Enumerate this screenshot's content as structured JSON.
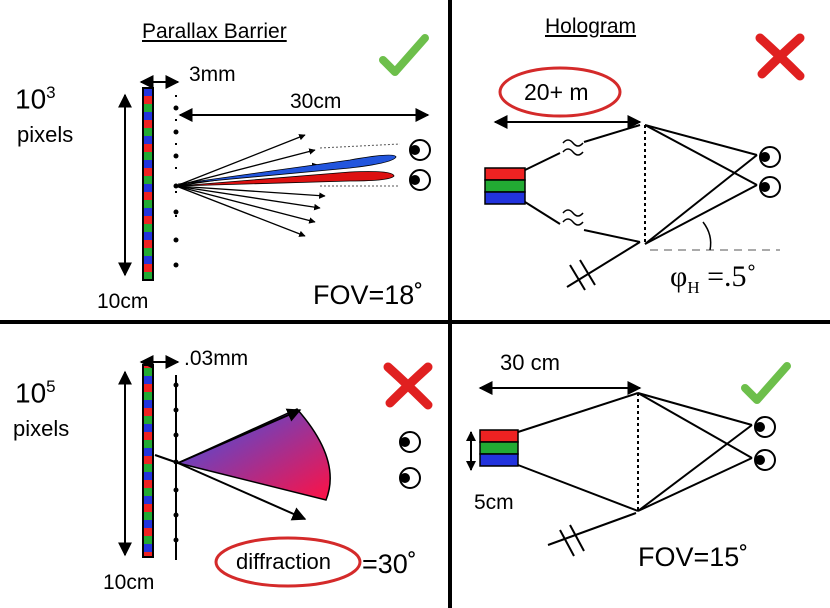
{
  "panels": {
    "top_left": {
      "title": "Parallax Barrier",
      "pixels_exponent_base": "10",
      "pixels_exponent": "3",
      "pixels_label": "pixels",
      "gap": "3mm",
      "distance": "30cm",
      "height": "10cm",
      "fov": "FOV=18˚",
      "status": "check"
    },
    "top_right": {
      "title": "Hologram",
      "distance": "20+ m",
      "angle_symbol": "φ",
      "angle_subscript": "H",
      "angle_value": " =.5˚",
      "status": "cross"
    },
    "bottom_left": {
      "pixels_exponent_base": "10",
      "pixels_exponent": "5",
      "pixels_label": "pixels",
      "gap": ".03mm",
      "height": "10cm",
      "diffraction_label": "diffraction",
      "fov_value": "=30˚",
      "status": "cross"
    },
    "bottom_right": {
      "distance": "30 cm",
      "height": "5cm",
      "fov": "FOV=15˚",
      "status": "check"
    }
  },
  "colors": {
    "check": "#6dbf4b",
    "cross": "#e02020",
    "highlight_ring": "#d42a2a",
    "pixel_red": "#ee2222",
    "pixel_green": "#22aa33",
    "pixel_blue": "#2233dd",
    "beam_blue": "#2255dd",
    "beam_red": "#dd1111",
    "fan_start": "#3355ee",
    "fan_end": "#ff1144",
    "dashed": "#aaaaaa"
  }
}
